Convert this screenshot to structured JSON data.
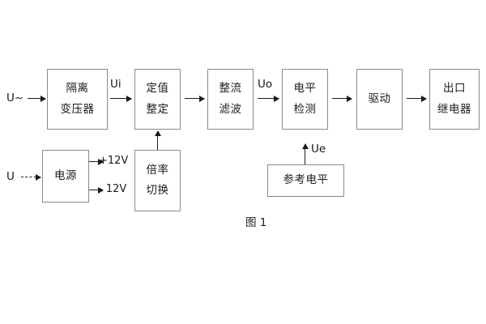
{
  "figure": {
    "caption": "图 1",
    "background_color": "#ffffff",
    "box_border_color": "#8a8a8a",
    "line_color": "#1b1b1b"
  },
  "inputs": {
    "ac_source": "U~",
    "dc_source": "U"
  },
  "signal_labels": {
    "ui": "Ui",
    "uo": "Uo",
    "ue": "Ue"
  },
  "power_rails": {
    "positive": "+12V",
    "negative": "- 12V"
  },
  "blocks": {
    "isolation_transformer": {
      "line1": "隔离",
      "line2": "变压器"
    },
    "setting_value": {
      "line1": "定值",
      "line2": "整定"
    },
    "rectify_filter": {
      "line1": "整流",
      "line2": "滤波"
    },
    "level_detect": {
      "line1": "电平",
      "line2": "检测"
    },
    "drive": {
      "line1": "驱动"
    },
    "output_relay": {
      "line1": "出口",
      "line2": "继电器"
    },
    "power_supply": {
      "line1": "电源"
    },
    "ratio_switch": {
      "line1": "倍率",
      "line2": "切换"
    },
    "reference_level": {
      "line1": "参考电平"
    }
  }
}
